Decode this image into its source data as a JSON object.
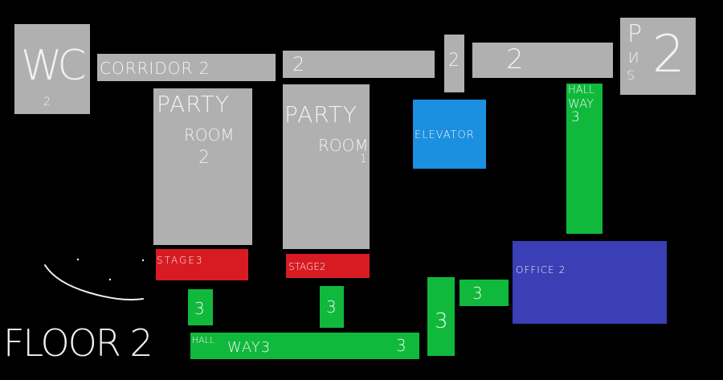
{
  "map": {
    "floor_title": "FLOOR 2",
    "colors": {
      "background": "#000000",
      "room": "#b0b0b0",
      "hallway": "#10b93c",
      "stage": "#d81b22",
      "elevator": "#1b8fe0",
      "office": "#3a3fb6",
      "text": "#f2f2f2"
    },
    "rooms": {
      "wc": {
        "main": "WC",
        "sub": "2"
      },
      "corridor": {
        "label": "CORRIDOR 2"
      },
      "corridor_segment_a": {
        "label": "2"
      },
      "corridor_segment_b": {
        "label": "2"
      },
      "corridor_segment_c": {
        "label": "2"
      },
      "pns": {
        "letters": [
          "P",
          "И",
          "S"
        ],
        "number": "2"
      },
      "party_room_2": {
        "line1": "PARTY",
        "line2": "ROOM",
        "line3": "2"
      },
      "party_room_1": {
        "line1": "PARTY",
        "line2": "ROOM",
        "line3": "1"
      },
      "elevator": {
        "label": "ELEVATOR"
      },
      "hallway_right": {
        "line1": "HALL",
        "line2": "WAY",
        "line3": "3"
      },
      "stage_3": {
        "label": "STAGE3"
      },
      "stage_2": {
        "label": "STAGE2"
      },
      "office_2": {
        "label": "OFFICE 2"
      },
      "hall_link_a": {
        "label": "3"
      },
      "hall_link_b": {
        "label": "3"
      },
      "hall_link_c": {
        "label": "3"
      },
      "hall_link_d": {
        "label": "3"
      },
      "hallway_bottom": {
        "prefix": "HALL",
        "suffix": "WAY3",
        "end": "3"
      }
    }
  }
}
